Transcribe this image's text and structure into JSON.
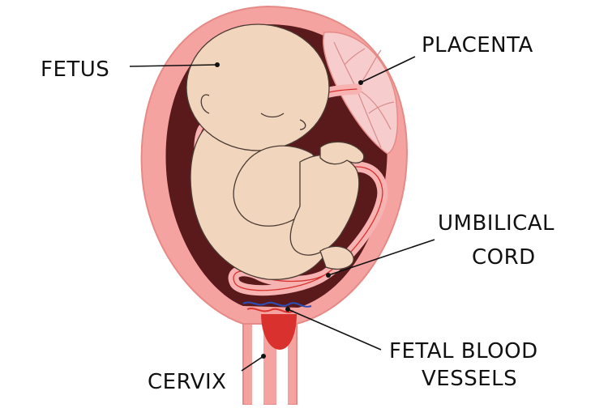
{
  "labels": {
    "fetus": "FETUS",
    "placenta": "PLACENTA",
    "umbilical_line1": "UMBILICAL",
    "umbilical_line2": "CORD",
    "fetal_blood_vessels_line1": "FETAL BLOOD",
    "fetal_blood_vessels_line2": "VESSELS",
    "cervix": "CERVIX"
  },
  "colors": {
    "uterus_wall": "#f5a3a0",
    "uterus_outline": "#e58a86",
    "cavity": "#5a1a1c",
    "skin": "#f1d6bd",
    "skin_outline": "#4a3a33",
    "placenta": "#f6cccd",
    "cord": "#f7b3b2",
    "cord_core": "#ffffff",
    "blood": "#d9322e",
    "vessel": "#2a4fb8",
    "leader": "#111111"
  }
}
